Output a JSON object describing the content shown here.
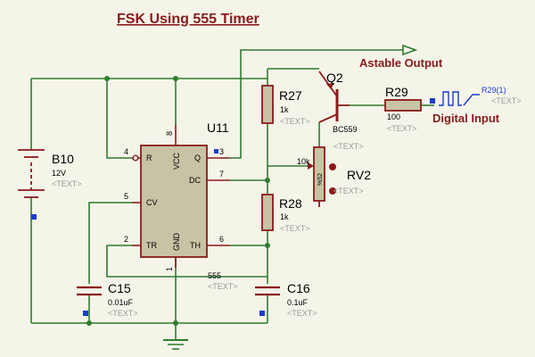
{
  "title": "FSK Using 555 Timer",
  "net_labels": {
    "astable": "Astable Output",
    "digital": "Digital Input"
  },
  "text_placeholder": "<TEXT>",
  "components": {
    "battery": {
      "ref": "B10",
      "value": "12V"
    },
    "ic": {
      "ref": "U11",
      "value": "555",
      "pins": {
        "r": "R",
        "vcc": "VCC",
        "q": "Q",
        "dc": "DC",
        "cv": "CV",
        "tr": "TR",
        "gnd": "GND",
        "th": "TH",
        "n4": "4",
        "n8": "8",
        "n3": "3",
        "n7": "7",
        "n5": "5",
        "n2": "2",
        "n1": "1",
        "n6": "6"
      }
    },
    "r27": {
      "ref": "R27",
      "value": "1k"
    },
    "r28": {
      "ref": "R28",
      "value": "1k"
    },
    "rv2": {
      "ref": "RV2",
      "value": "10k",
      "wiper": "%52"
    },
    "q2": {
      "ref": "Q2",
      "value": "BC559"
    },
    "r29": {
      "ref": "R29",
      "value": "100"
    },
    "c15": {
      "ref": "C15",
      "value": "0.01uF"
    },
    "c16": {
      "ref": "C16",
      "value": "0.1uF"
    },
    "gen": {
      "ref": "R29(1)"
    }
  },
  "colors": {
    "wire": "#2e7d2e",
    "component": "#8b1a1a",
    "body": "#c7c3a4",
    "background": "#f5f4e9"
  }
}
